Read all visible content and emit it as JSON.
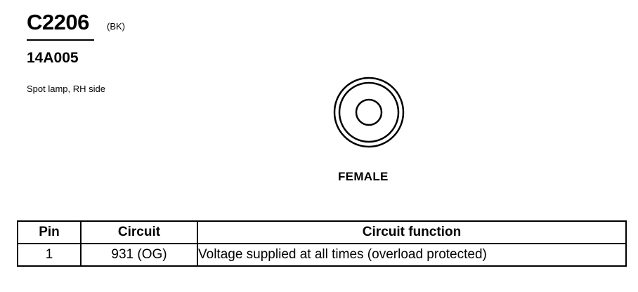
{
  "header": {
    "connector_id": "C2206",
    "connector_color": "(BK)",
    "part_number": "14A005",
    "description": "Spot lamp, RH side"
  },
  "connector": {
    "view_label": "FEMALE",
    "face_icon": "round-connector-face-icon"
  },
  "pin_table": {
    "headers": {
      "pin": "Pin",
      "circuit": "Circuit",
      "function": "Circuit function"
    },
    "rows": [
      {
        "pin": "1",
        "circuit": "931 (OG)",
        "function": "Voltage supplied at all times (overload protected)"
      }
    ]
  }
}
